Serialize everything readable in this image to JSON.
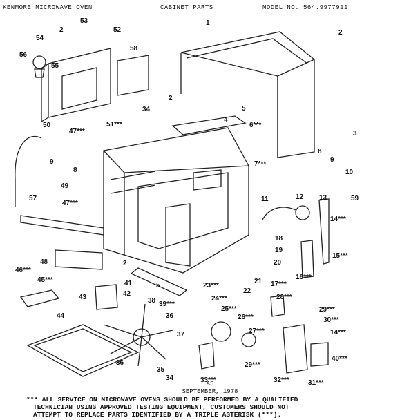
{
  "header": {
    "left": "KENMORE MICROWAVE OVEN",
    "center": "CABINET PARTS",
    "right": "MODEL NO. 564.9977911"
  },
  "callouts": [
    {
      "id": "c1",
      "text": "1"
    },
    {
      "id": "c2a",
      "text": "2"
    },
    {
      "id": "c2b",
      "text": "2"
    },
    {
      "id": "c2c",
      "text": "2"
    },
    {
      "id": "c2d",
      "text": "2"
    },
    {
      "id": "c3",
      "text": "3"
    },
    {
      "id": "c4",
      "text": "4"
    },
    {
      "id": "c5a",
      "text": "5"
    },
    {
      "id": "c5b",
      "text": "5"
    },
    {
      "id": "c6",
      "text": "6***"
    },
    {
      "id": "c7",
      "text": "7***"
    },
    {
      "id": "c8a",
      "text": "8"
    },
    {
      "id": "c8b",
      "text": "8"
    },
    {
      "id": "c9a",
      "text": "9"
    },
    {
      "id": "c9b",
      "text": "9"
    },
    {
      "id": "c10",
      "text": "10"
    },
    {
      "id": "c11",
      "text": "11"
    },
    {
      "id": "c12",
      "text": "12"
    },
    {
      "id": "c13",
      "text": "13"
    },
    {
      "id": "c14a",
      "text": "14***"
    },
    {
      "id": "c14b",
      "text": "14***"
    },
    {
      "id": "c15",
      "text": "15***"
    },
    {
      "id": "c16",
      "text": "16***"
    },
    {
      "id": "c17",
      "text": "17***"
    },
    {
      "id": "c18",
      "text": "18"
    },
    {
      "id": "c19",
      "text": "19"
    },
    {
      "id": "c20",
      "text": "20"
    },
    {
      "id": "c21",
      "text": "21"
    },
    {
      "id": "c22",
      "text": "22"
    },
    {
      "id": "c23",
      "text": "23***"
    },
    {
      "id": "c24",
      "text": "24***"
    },
    {
      "id": "c25",
      "text": "25***"
    },
    {
      "id": "c26",
      "text": "26***"
    },
    {
      "id": "c27",
      "text": "27***"
    },
    {
      "id": "c28",
      "text": "28***"
    },
    {
      "id": "c29a",
      "text": "29***"
    },
    {
      "id": "c29b",
      "text": "29***"
    },
    {
      "id": "c30",
      "text": "30***"
    },
    {
      "id": "c31",
      "text": "31***"
    },
    {
      "id": "c32",
      "text": "32***"
    },
    {
      "id": "c33",
      "text": "33***"
    },
    {
      "id": "c34a",
      "text": "34"
    },
    {
      "id": "c34b",
      "text": "34"
    },
    {
      "id": "c35",
      "text": "35"
    },
    {
      "id": "c36a",
      "text": "36"
    },
    {
      "id": "c36b",
      "text": "36"
    },
    {
      "id": "c37",
      "text": "37"
    },
    {
      "id": "c38",
      "text": "38"
    },
    {
      "id": "c39",
      "text": "39***"
    },
    {
      "id": "c40",
      "text": "40***"
    },
    {
      "id": "c41",
      "text": "41"
    },
    {
      "id": "c42",
      "text": "42"
    },
    {
      "id": "c43",
      "text": "43"
    },
    {
      "id": "c44",
      "text": "44"
    },
    {
      "id": "c45",
      "text": "45***"
    },
    {
      "id": "c46",
      "text": "46***"
    },
    {
      "id": "c47a",
      "text": "47***"
    },
    {
      "id": "c47b",
      "text": "47***"
    },
    {
      "id": "c48",
      "text": "48"
    },
    {
      "id": "c49",
      "text": "49"
    },
    {
      "id": "c50",
      "text": "50"
    },
    {
      "id": "c51",
      "text": "51***"
    },
    {
      "id": "c52",
      "text": "52"
    },
    {
      "id": "c53",
      "text": "53"
    },
    {
      "id": "c54",
      "text": "54"
    },
    {
      "id": "c55",
      "text": "55"
    },
    {
      "id": "c56",
      "text": "56"
    },
    {
      "id": "c57",
      "text": "57"
    },
    {
      "id": "c58",
      "text": "58"
    },
    {
      "id": "c59",
      "text": "59"
    }
  ],
  "footer": {
    "code": "A5",
    "date": "SEPTEMBER, 1978",
    "note_line1": "*** ALL SERVICE ON MICROWAVE OVENS SHOULD BE PERFORMED BY A QUALIFIED",
    "note_line2": "TECHNICIAN USING APPROVED TESTING EQUIPMENT, CUSTOMERS SHOULD NOT",
    "note_line3": "ATTEMPT TO REPLACE PARTS IDENTIFIED BY A TRIPLE ASTERISK (***)."
  }
}
